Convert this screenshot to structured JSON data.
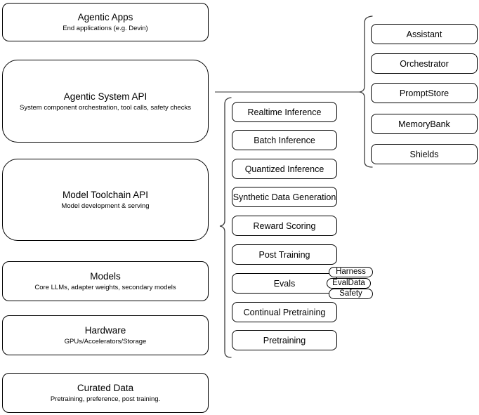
{
  "colors": {
    "box_border": "#000000",
    "box_fill": "#ffffff",
    "brace_stroke": "#3d3d3d",
    "connector_stroke": "#8a8a8a"
  },
  "left_stack": [
    {
      "title": "Agentic Apps",
      "subtitle": "End applications (e.g. Devin)"
    },
    {
      "title": "Agentic System API",
      "subtitle": "System component orchestration, tool calls, safety checks"
    },
    {
      "title": "Model Toolchain API",
      "subtitle": "Model development & serving"
    },
    {
      "title": "Models",
      "subtitle": "Core LLMs, adapter weights, secondary models"
    },
    {
      "title": "Hardware",
      "subtitle": "GPUs/Accelerators/Storage"
    },
    {
      "title": "Curated Data",
      "subtitle": "Pretraining, preference, post training."
    }
  ],
  "toolchain_column": {
    "items": [
      "Realtime Inference",
      "Batch Inference",
      "Quantized Inference",
      "Synthetic Data Generation",
      "Reward Scoring",
      "Post Training",
      "Evals",
      "Continual Pretraining",
      "Pretraining"
    ]
  },
  "eval_tags": [
    "Harness",
    "EvalData",
    "Safety"
  ],
  "system_column": {
    "items": [
      "Assistant",
      "Orchestrator",
      "PromptStore",
      "MemoryBank",
      "Shields"
    ]
  }
}
